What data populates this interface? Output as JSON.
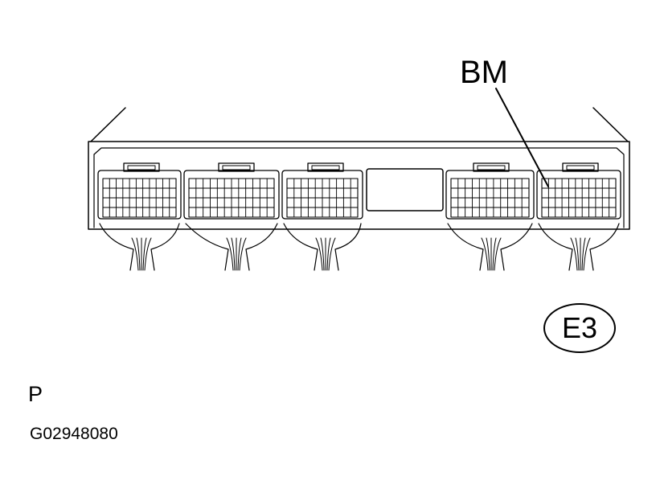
{
  "callout_label": "BM",
  "connector_code": "E3",
  "view_label": "P",
  "figure_id": "G02948080",
  "connectors": [
    {
      "id": "conn-1"
    },
    {
      "id": "conn-2"
    },
    {
      "id": "conn-3"
    },
    {
      "id": "conn-4"
    },
    {
      "id": "conn-5",
      "called_out": true
    }
  ]
}
